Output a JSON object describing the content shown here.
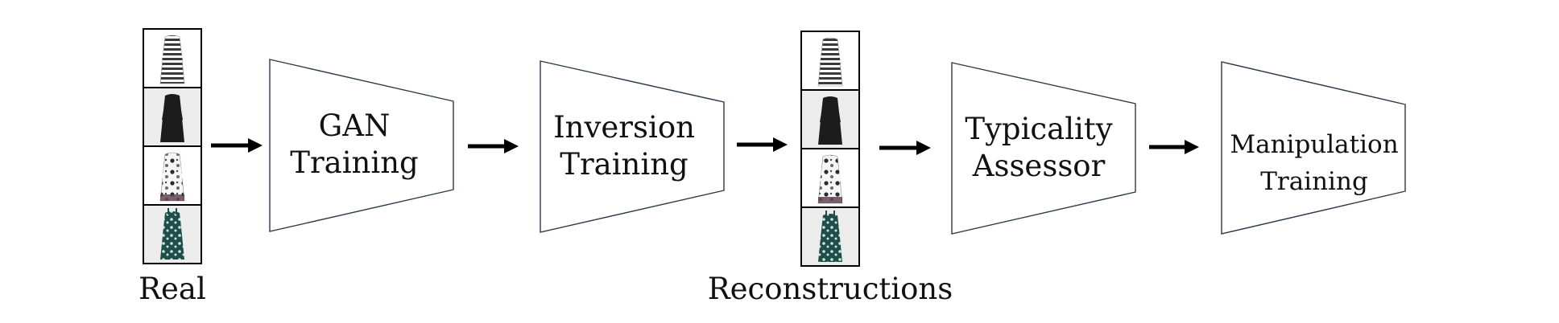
{
  "colors": {
    "stroke": "#2b3a4a",
    "arrow": "#000000",
    "thumb_bg": "#ececec",
    "stripe_dark": "#3a3a3a",
    "dress_black": "#1c1c1c",
    "floral_base": "#f6f6f6",
    "floral_dark": "#2a2a2a",
    "floral_hem": "#5a3a48",
    "teal_base": "#1f4e4a",
    "teal_light": "#cfe6e0"
  },
  "blocks": [
    {
      "id": "gan",
      "lines": [
        "GAN",
        "Training"
      ]
    },
    {
      "id": "inversion",
      "lines": [
        "Inversion",
        "Training"
      ]
    },
    {
      "id": "typicality",
      "lines": [
        "Typicality",
        "Assessor"
      ]
    },
    {
      "id": "manipulation",
      "lines": [
        "Manipulation",
        "Training"
      ]
    }
  ],
  "image_columns": [
    {
      "id": "real",
      "label": "Real",
      "thumbnails": [
        {
          "icon": "striped-dress-icon"
        },
        {
          "icon": "black-dress-icon"
        },
        {
          "icon": "floral-dress-icon"
        },
        {
          "icon": "teal-dress-icon"
        }
      ]
    },
    {
      "id": "reconstructions",
      "label": "Reconstructions",
      "thumbnails": [
        {
          "icon": "striped-dress-icon"
        },
        {
          "icon": "black-dress-icon"
        },
        {
          "icon": "floral-dress-icon"
        },
        {
          "icon": "teal-dress-icon"
        }
      ]
    }
  ],
  "arrows": [
    {
      "from": "real",
      "to": "gan"
    },
    {
      "from": "gan",
      "to": "inversion"
    },
    {
      "from": "inversion",
      "to": "reconstructions"
    },
    {
      "from": "reconstructions",
      "to": "typicality"
    },
    {
      "from": "typicality",
      "to": "manipulation"
    }
  ]
}
